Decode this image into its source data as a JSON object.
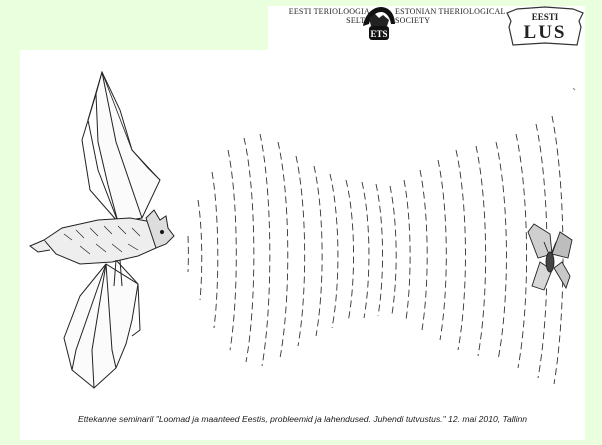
{
  "header": {
    "org_left_line1": "EESTI TERIOLOOGIA",
    "org_left_line2": "SELTS",
    "org_right_line1": "ESTONIAN THERIOLOGICAL",
    "org_right_line2": "SOCIETY",
    "org_logo_text": "ETS",
    "lus_top": "EESTI",
    "lus_bottom": "LUS"
  },
  "colors": {
    "background": "#e9ffde",
    "content": "#ffffff"
  },
  "illustration": {
    "subjects": [
      "bat-icon",
      "echolocation-waves",
      "moth-icon"
    ]
  },
  "footer": {
    "caption": "Ettekanne seminaril \"Loomad ja maanteed Eestis, probleemid ja lahendused. Juhendi tutvustus.\" 12. mai 2010, Tallinn"
  }
}
